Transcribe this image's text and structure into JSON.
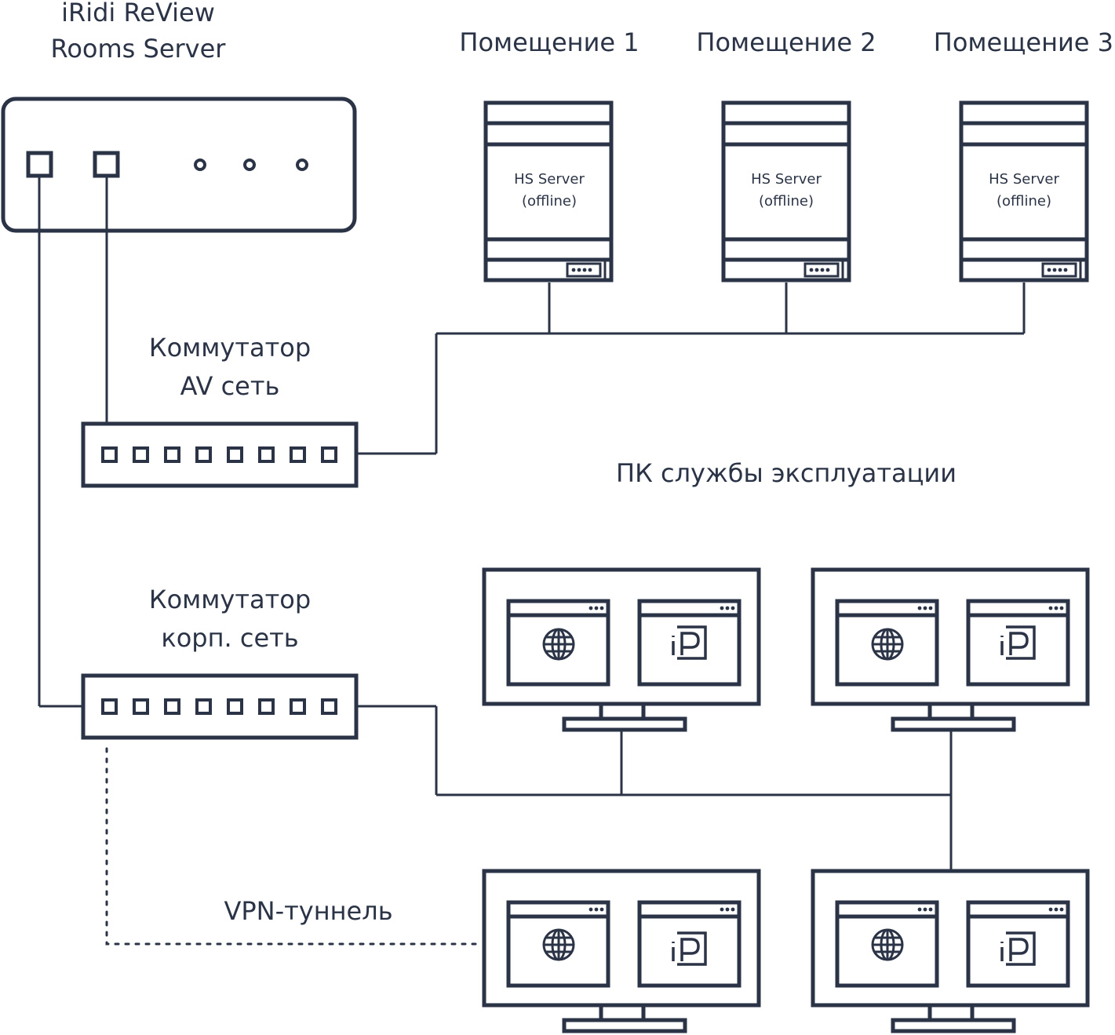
{
  "colors": {
    "stroke": "#2b3446",
    "background": "#ffffff"
  },
  "review_server": {
    "title_line1": "iRidi ReView",
    "title_line2": "Rooms Server"
  },
  "rooms": [
    {
      "label": "Помещение 1",
      "server_line1": "HS Server",
      "server_line2": "(offline)"
    },
    {
      "label": "Помещение 2",
      "server_line1": "HS Server",
      "server_line2": "(offline)"
    },
    {
      "label": "Помещение 3",
      "server_line1": "HS Server",
      "server_line2": "(offline)"
    }
  ],
  "av_switch": {
    "line1": "Коммутатор",
    "line2": "AV сеть"
  },
  "corp_switch": {
    "line1": "Коммутатор",
    "line2": "корп. сеть"
  },
  "ops_pcs": {
    "label": "ПК службы эксплуатации"
  },
  "vpn": {
    "label": "VPN-туннель"
  },
  "icons": {
    "browser": "globe-icon",
    "app": "iridi-logo-icon"
  }
}
